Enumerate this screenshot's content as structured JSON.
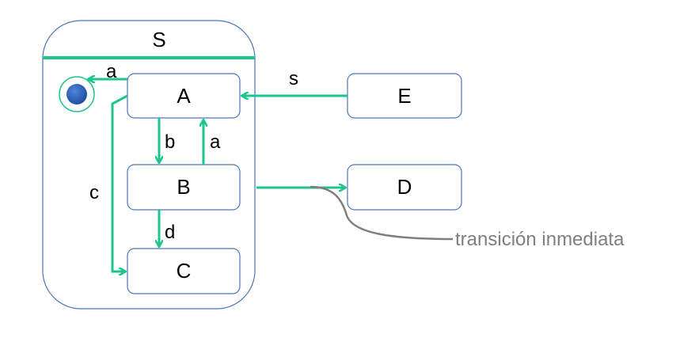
{
  "diagram": {
    "composite_state": {
      "name": "S"
    },
    "states": {
      "A": "A",
      "B": "B",
      "C": "C",
      "D": "D",
      "E": "E"
    },
    "transitions": {
      "a_initial": "a",
      "b": "b",
      "a_back": "a",
      "c": "c",
      "d": "d",
      "s": "s"
    },
    "annotation": "transición inmediata"
  },
  "colors": {
    "transition": "#1fc58f",
    "state_border": "#4a76b8",
    "initial_fill": "#2e64c0",
    "annotation_line": "#7f7f7f"
  }
}
